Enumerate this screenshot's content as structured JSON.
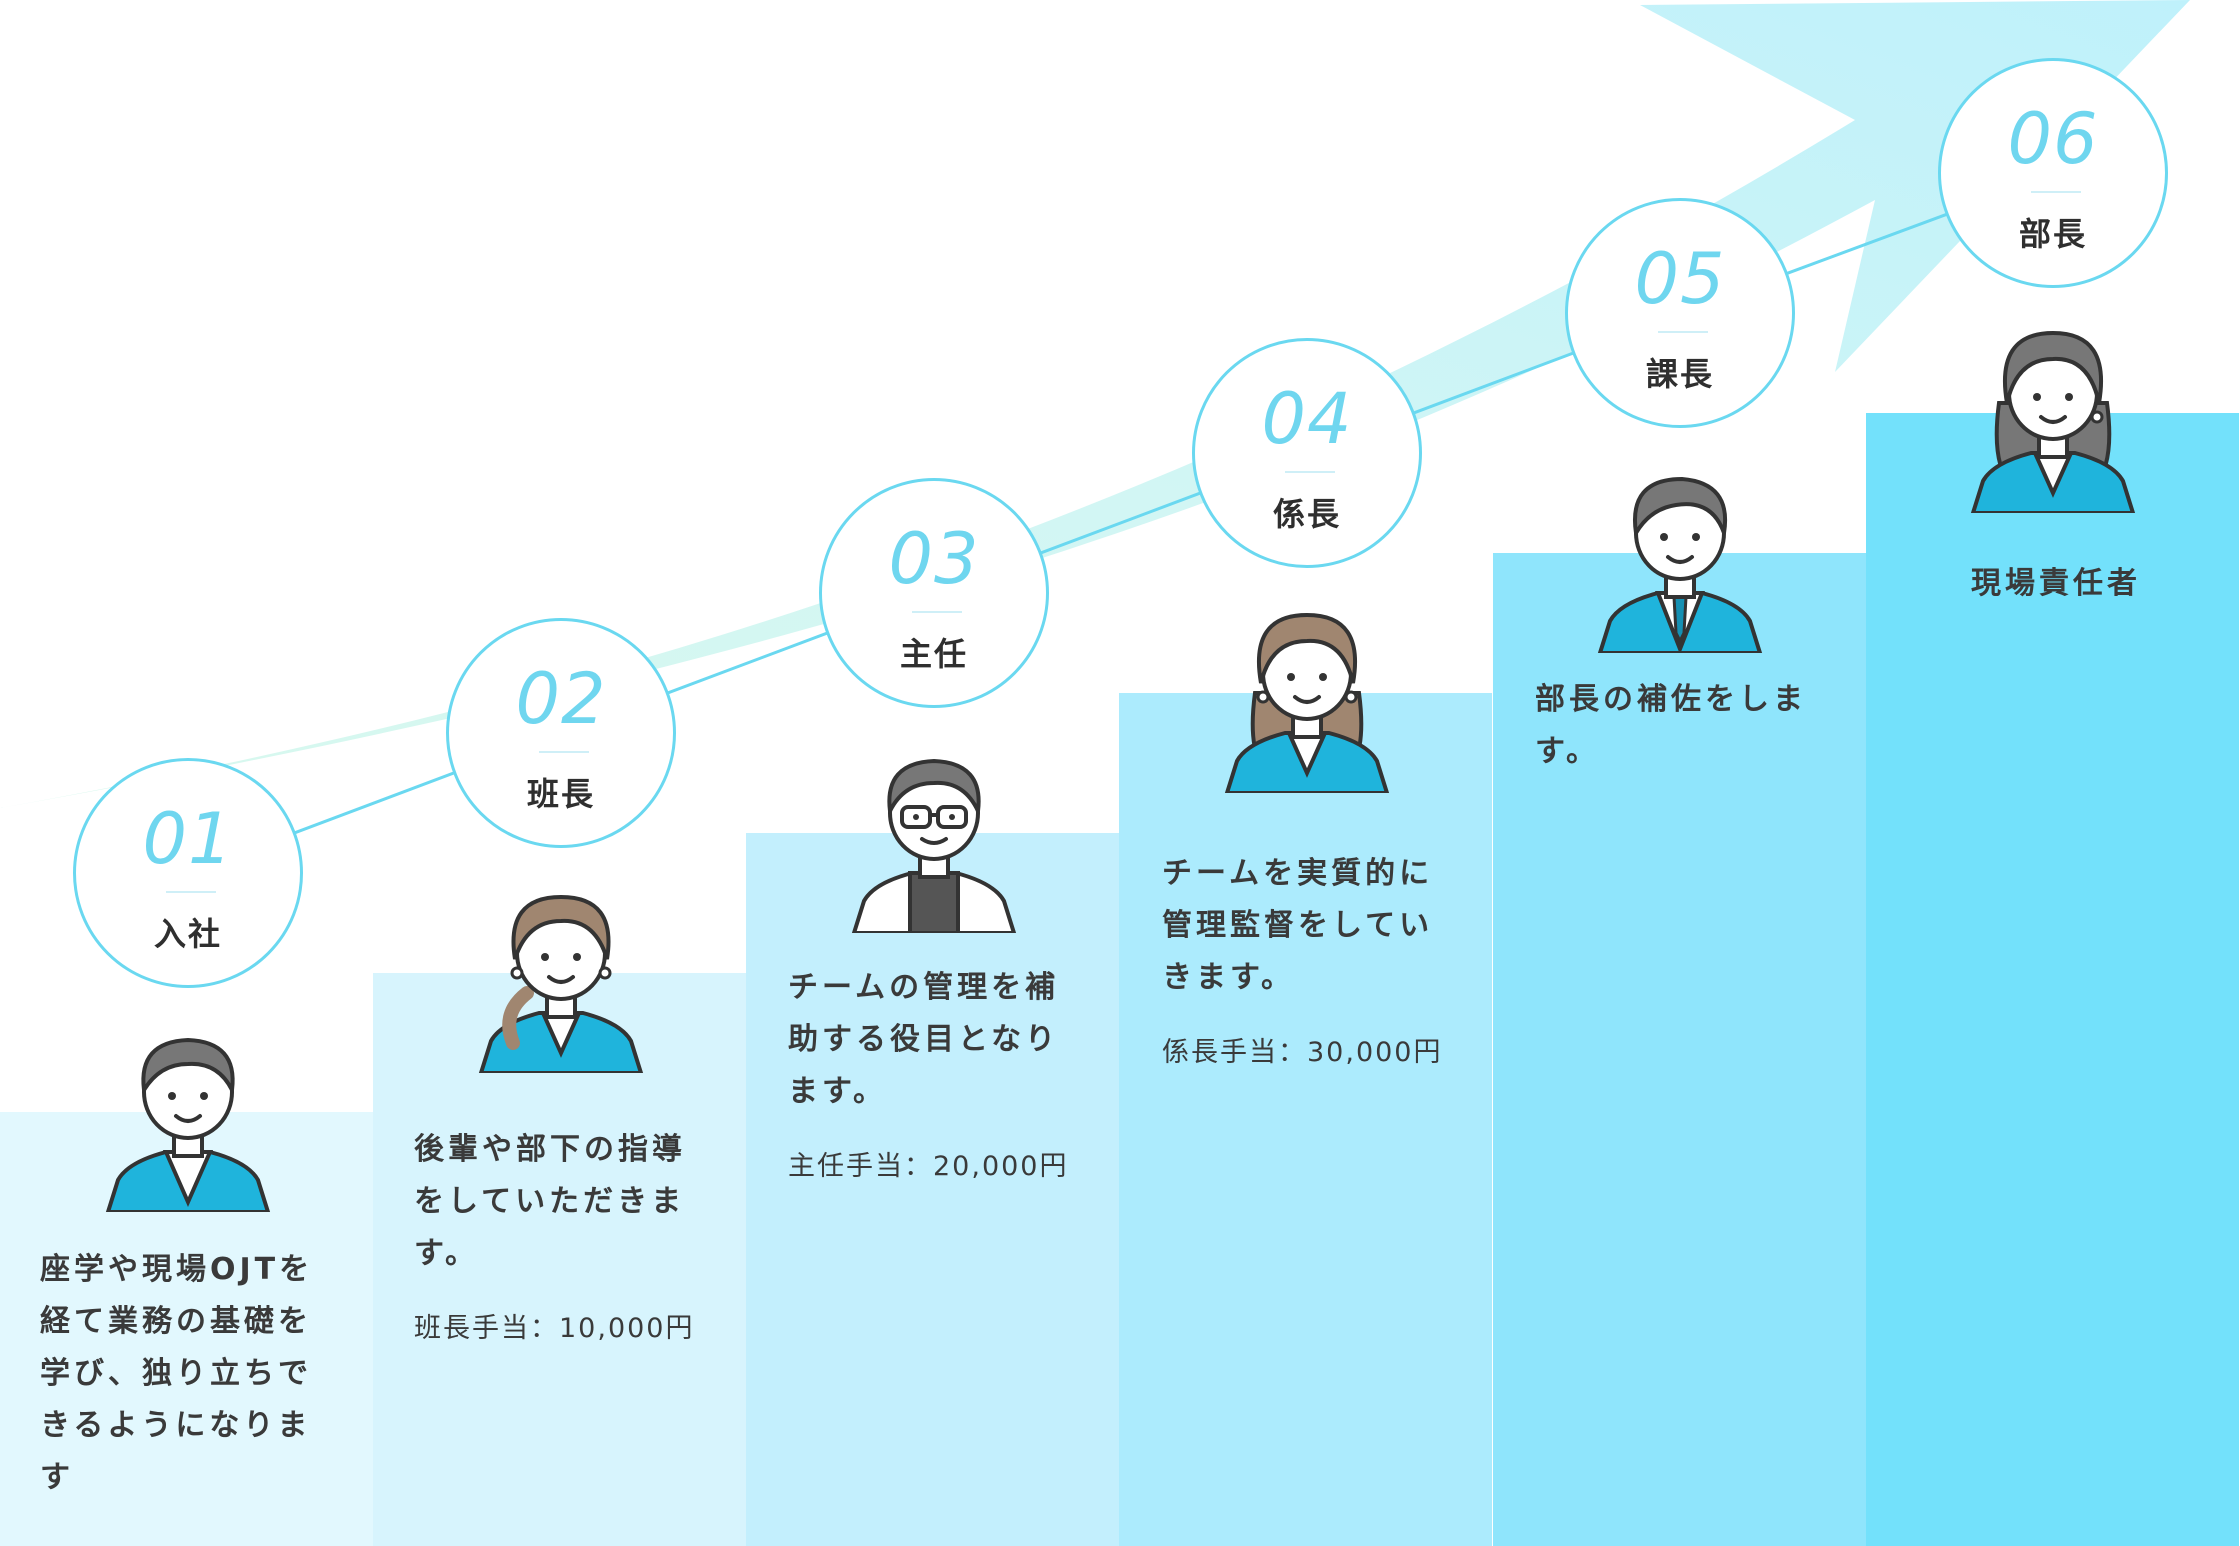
{
  "steps": [
    {
      "num": "01",
      "title": "入社",
      "desc": "座学や現場OJTを経て業務の基礎を学び、独り立ちできるようになります",
      "allowance": "",
      "avatar": "young-man-avatar-icon"
    },
    {
      "num": "02",
      "title": "班長",
      "desc": "後輩や部下の指導をしていただきます。",
      "allowance": "班長手当：10,000円",
      "avatar": "woman-ponytail-avatar-icon"
    },
    {
      "num": "03",
      "title": "主任",
      "desc": "チームの管理を補助する役目となります。",
      "allowance": "主任手当：20,000円",
      "avatar": "man-glasses-avatar-icon"
    },
    {
      "num": "04",
      "title": "係長",
      "desc": "チームを実質的に管理監督をしていきます。",
      "allowance": "係長手当：30,000円",
      "avatar": "woman-long-hair-avatar-icon"
    },
    {
      "num": "05",
      "title": "課長",
      "desc": "部長の補佐をします。",
      "allowance": "",
      "avatar": "man-suit-avatar-icon"
    },
    {
      "num": "06",
      "title": "部長",
      "desc": "現場責任者",
      "allowance": "",
      "avatar": "woman-gray-hair-avatar-icon"
    }
  ],
  "colors": {
    "accent": "#6fd6ef",
    "arrow": "#c9f3fb",
    "step_bg": [
      "#e2f8fe",
      "#d7f4fd",
      "#c3effd",
      "#acebfd",
      "#8fe5fc",
      "#73e1fb"
    ],
    "suit": "#1fb4dc",
    "hair_brown": "#a08670",
    "hair_gray": "#777777"
  }
}
